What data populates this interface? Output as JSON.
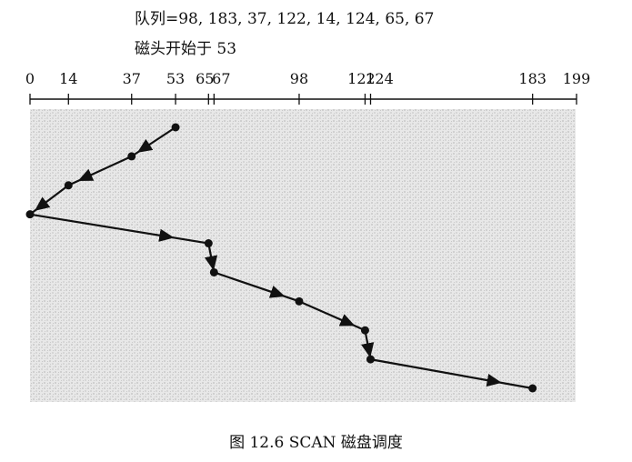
{
  "queue_text": "队列=98, 183, 37, 122, 14, 124, 65, 67",
  "head_text": "磁头开始于  53",
  "figure_caption": "图 12.6    SCAN 磁盘调度",
  "axis": {
    "min": 0,
    "max": 199,
    "ticks": [
      "0",
      "14",
      "37",
      "53",
      "65",
      "67",
      "98",
      "122",
      "124",
      "183",
      "199"
    ]
  },
  "colors": {
    "line": "#111111",
    "background_texture": "#d2d2d2"
  },
  "chart_data": {
    "type": "line",
    "title": "",
    "head_start": 53,
    "queue": [
      98,
      183,
      37,
      122,
      14,
      124,
      65,
      67
    ],
    "x_range": [
      0,
      199
    ],
    "service_order": [
      53,
      37,
      14,
      0,
      65,
      67,
      98,
      122,
      124,
      183
    ]
  }
}
